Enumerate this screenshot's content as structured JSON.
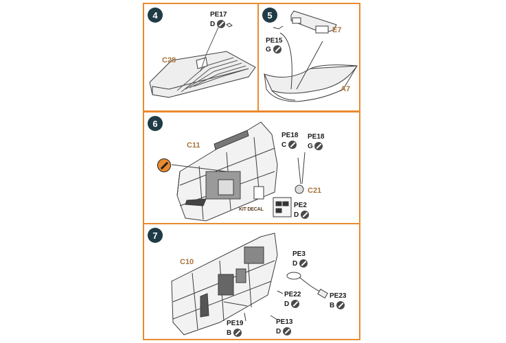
{
  "steps": [
    {
      "number": "4",
      "parts": {
        "main": "C28",
        "pe": "PE17",
        "code": "D"
      }
    },
    {
      "number": "5",
      "parts": {
        "main": "A7",
        "sub": "E7",
        "pe": "PE15",
        "code": "G"
      }
    },
    {
      "number": "6",
      "parts": {
        "main": "C11",
        "sub": "C21",
        "pe18a": "PE18",
        "pe18a_code": "C",
        "pe18b": "PE18",
        "pe18b_code": "G",
        "pe2": "PE2",
        "pe2_code": "D",
        "decal": "KIT DECAL"
      }
    },
    {
      "number": "7",
      "parts": {
        "main": "C10",
        "pe3": "PE3",
        "pe3_code": "D",
        "pe22": "PE22",
        "pe22_code": "D",
        "pe23": "PE23",
        "pe23_code": "B",
        "pe19": "PE19",
        "pe19_code": "B",
        "pe13": "PE13",
        "pe13_code": "D"
      }
    }
  ],
  "colors": {
    "frame": "#e98a2e",
    "badge": "#1f3b46",
    "part_label": "#a9733a",
    "glue": "#4a4a4a"
  },
  "icons": [
    "glue-icon",
    "paint-icon"
  ]
}
